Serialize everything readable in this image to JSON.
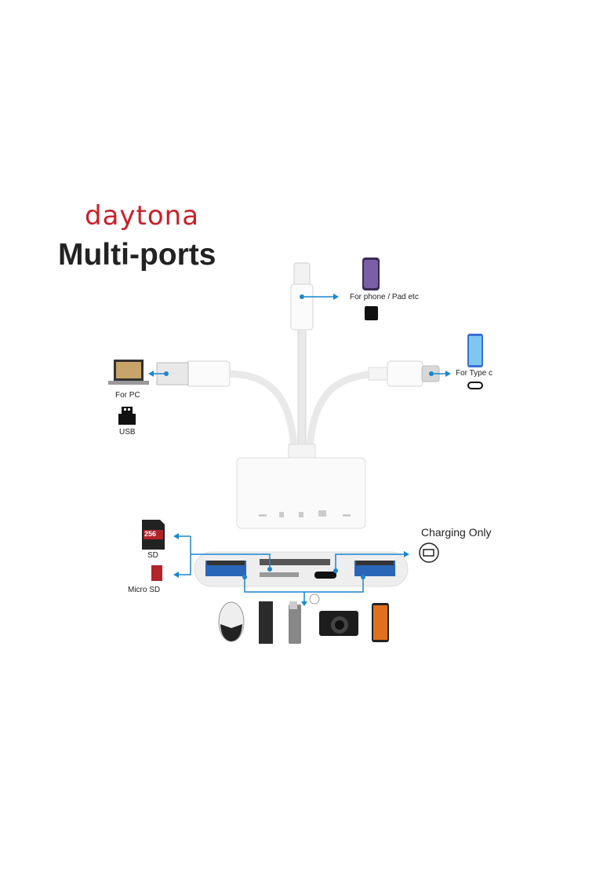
{
  "brand": {
    "logo_text": "daytona",
    "title": "Multi-ports"
  },
  "labels": {
    "phone_pad": "For phone / Pad etc",
    "type_c": "For Type c",
    "pc": "For PC",
    "usb": "USB",
    "charging_only": "Charging Only",
    "sd": "SD",
    "micro_sd": "Micro SD"
  },
  "sd_card_capacity": "256",
  "colors": {
    "accent": "#1a86d0",
    "brand": "#c8202a",
    "usb_blue": "#2a66b8"
  }
}
